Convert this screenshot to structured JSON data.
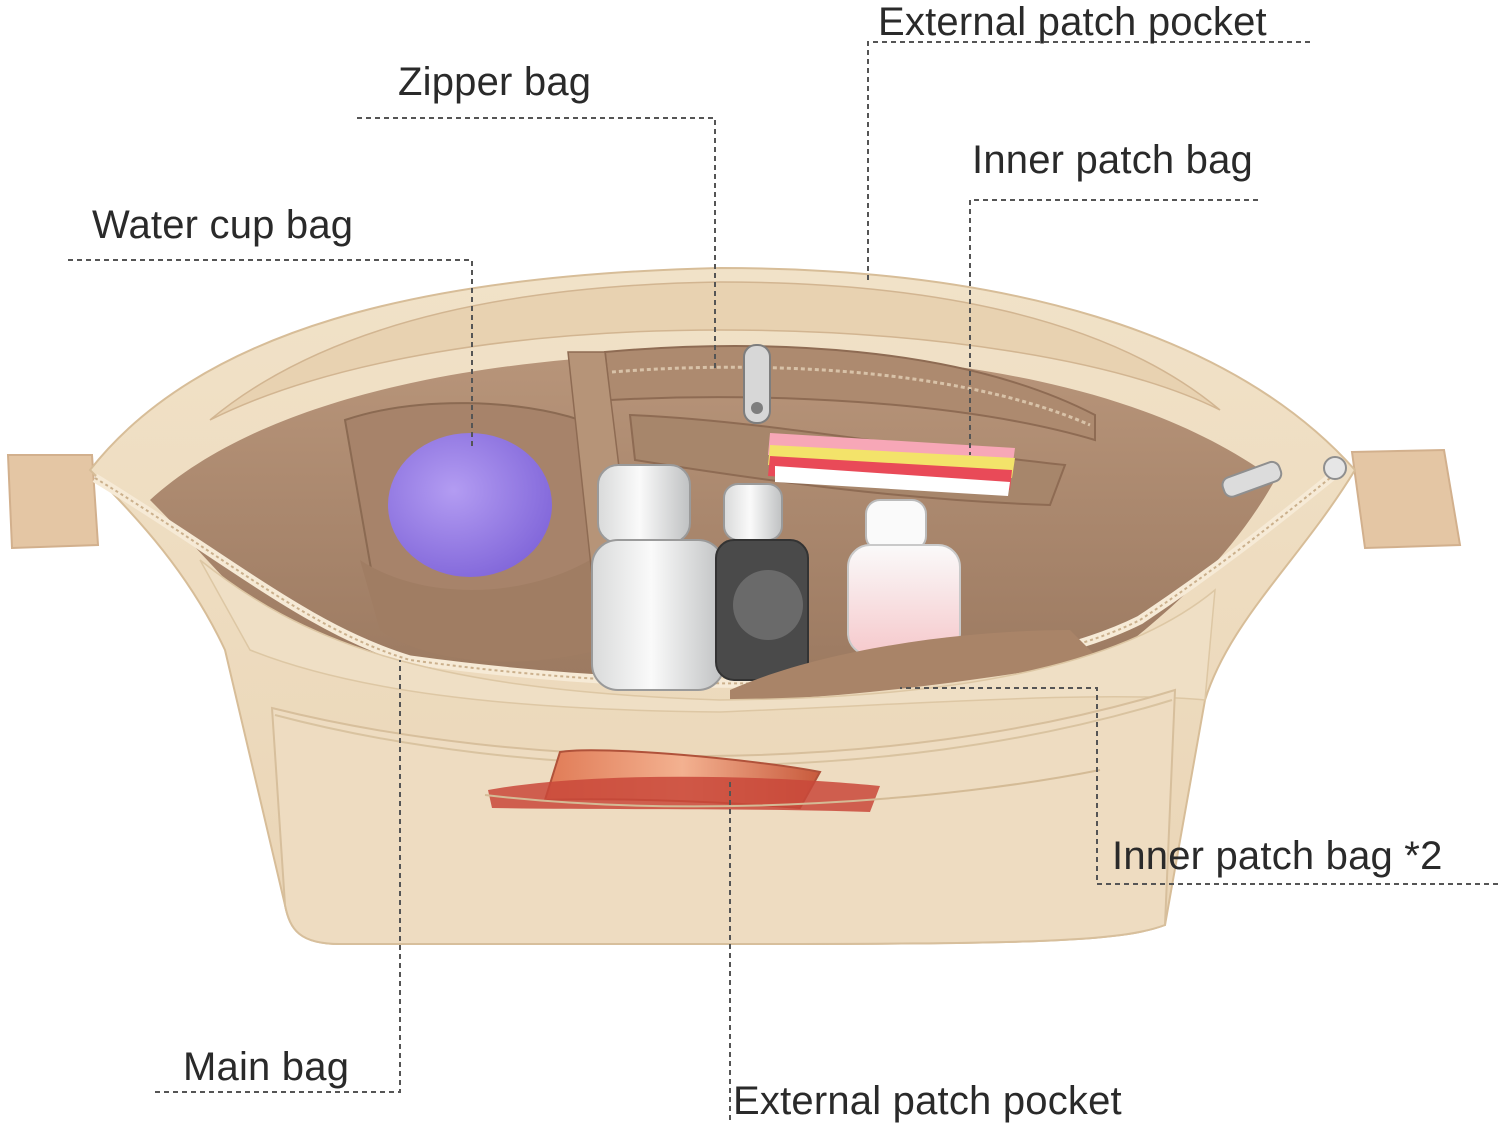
{
  "callouts": {
    "external_patch_pocket_top": "External patch pocket",
    "zipper_bag": "Zipper bag",
    "inner_patch_bag": "Inner patch bag",
    "water_cup_bag": "Water cup bag",
    "inner_patch_bag_2": "Inner patch bag *2",
    "main_bag": "Main bag",
    "external_patch_pocket_bottom": "External patch pocket"
  },
  "colors": {
    "felt_outer": "#efdcc0",
    "felt_inner": "#a98468",
    "felt_dark": "#8e6b53",
    "leader_line": "#555555",
    "label_text": "#2a2a2a"
  }
}
